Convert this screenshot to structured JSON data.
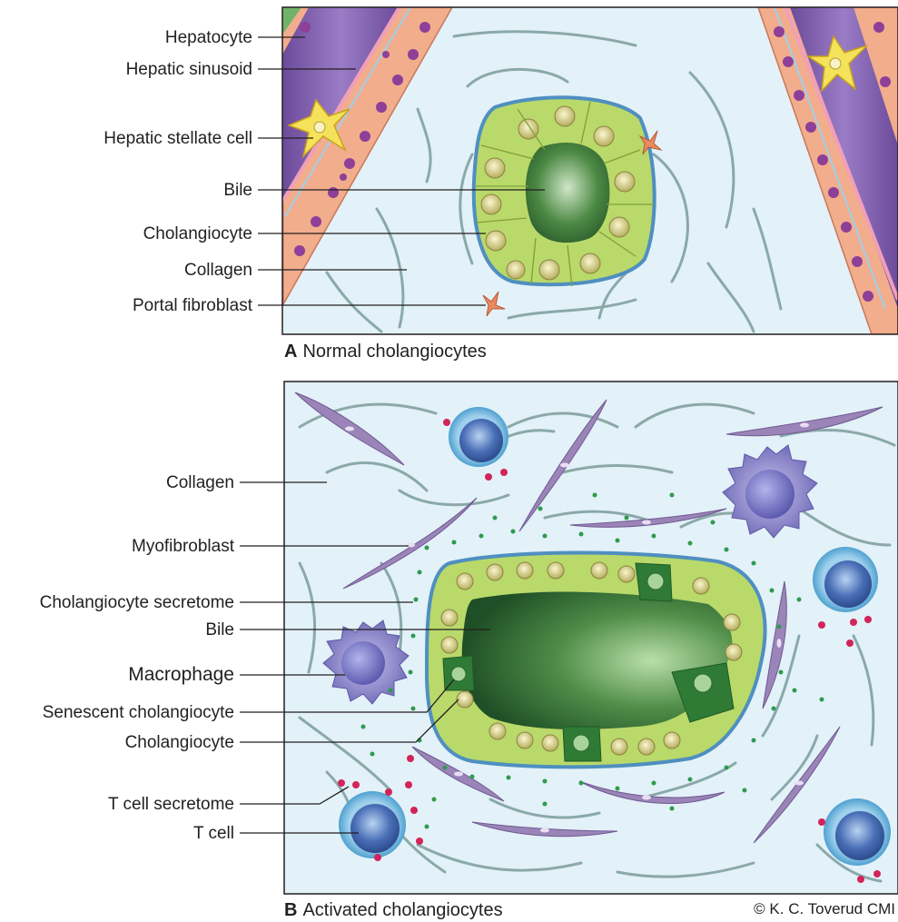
{
  "panel_a": {
    "caption_letter": "A",
    "caption_text": "Normal cholangiocytes",
    "labels": {
      "hepatocyte": "Hepatocyte",
      "hepatic_sinusoid": "Hepatic sinusoid",
      "hepatic_stellate_cell": "Hepatic stellate cell",
      "bile": "Bile",
      "cholangiocyte": "Cholangiocyte",
      "collagen": "Collagen",
      "portal_fibroblast": "Portal fibroblast"
    }
  },
  "panel_b": {
    "caption_letter": "B",
    "caption_text": "Activated cholangiocytes",
    "labels": {
      "collagen": "Collagen",
      "myofibroblast": "Myofibroblast",
      "cholangiocyte_secretome": "Cholangiocyte secretome",
      "bile": "Bile",
      "macrophage": "Macrophage",
      "senescent_cholangiocyte": "Senescent cholangiocyte",
      "cholangiocyte": "Cholangiocyte",
      "t_cell_secretome": "T cell secretome",
      "t_cell": "T cell"
    }
  },
  "credit": "© K. C. Toverud CMI",
  "colors": {
    "background_tissue": "#e3f1f8",
    "collagen": "#8aa9a8",
    "cholangiocyte": "#b9d96a",
    "bile": "#3f7a3c",
    "myofibroblast": "#9b84b8",
    "macrophage": "#8c87c8",
    "t_cell": "#6a8ec9",
    "secretome_dot": "#d2245a",
    "cholangiocyte_secretome_dot": "#2f9a4e",
    "hepatocyte": "#f2ad8c",
    "sinusoid": "#7c5aa8",
    "stellate_cell": "#f4e35a"
  }
}
